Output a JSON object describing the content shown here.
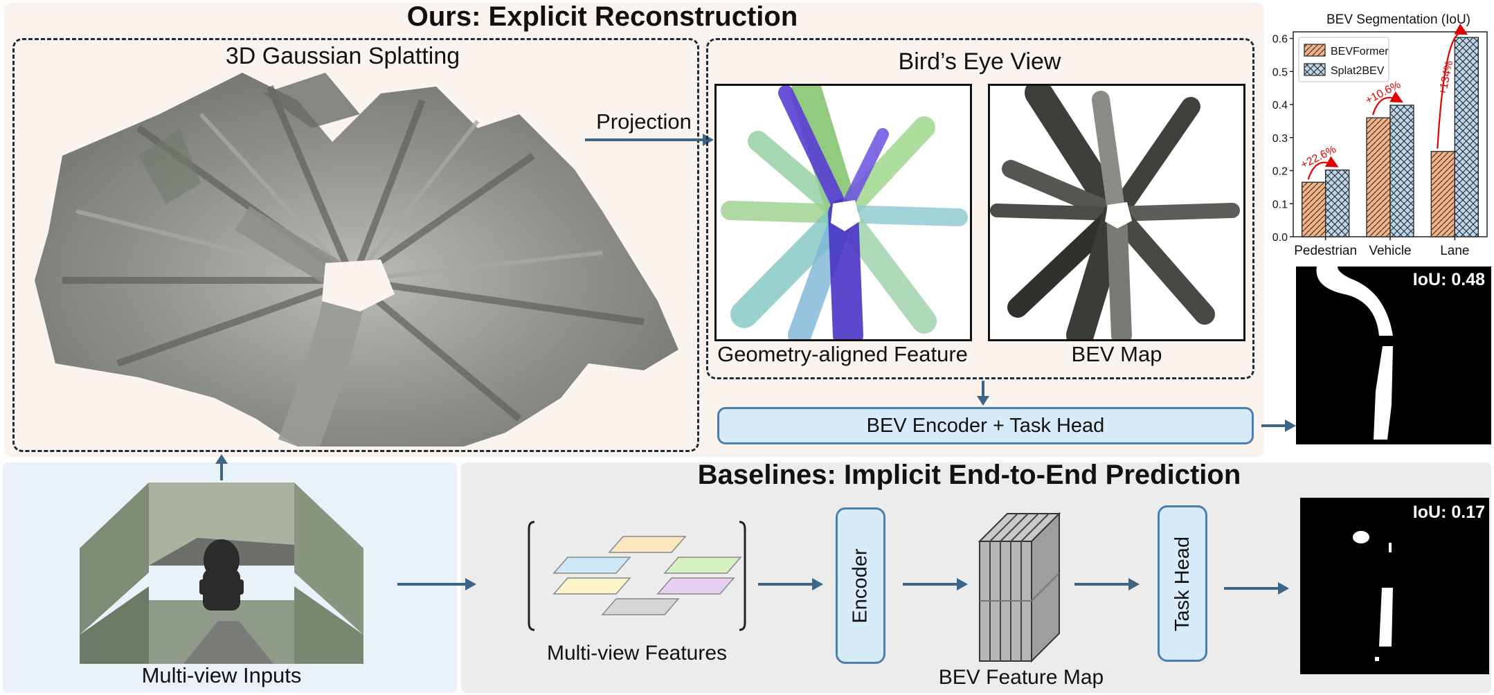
{
  "top_section": {
    "title": "Ours: Explicit Reconstruction",
    "gaussian_title": "3D Gaussian Splatting",
    "projection_label": "Projection",
    "bev_title": "Bird’s Eye View",
    "feature_caption": "Geometry-aligned Feature",
    "bevmap_caption": "BEV Map",
    "encoder_head_label": "BEV Encoder + Task Head",
    "ours_iou": "IoU: 0.48"
  },
  "inputs": {
    "label": "Multi-view Inputs"
  },
  "baseline_section": {
    "title": "Baselines: Implicit End-to-End Prediction",
    "features_label": "Multi-view Features",
    "encoder_label": "Encoder",
    "feature_map_label": "BEV Feature Map",
    "task_head_label": "Task Head",
    "baseline_iou": "IoU: 0.17"
  },
  "colors": {
    "arrow": "#3d6585",
    "bevformer": "#f4b183",
    "splat2bev": "#bdd7ee",
    "improvement": "#e00000"
  },
  "chart_data": {
    "type": "bar",
    "title": "BEV Segmentation (IoU)",
    "categories": [
      "Pedestrian",
      "Vehicle",
      "Lane"
    ],
    "series": [
      {
        "name": "BEVFormer",
        "values": [
          0.165,
          0.36,
          0.258
        ],
        "color": "#f4b183",
        "hatch": "diagonal"
      },
      {
        "name": "Splat2BEV",
        "values": [
          0.202,
          0.398,
          0.603
        ],
        "color": "#bdd7ee",
        "hatch": "cross"
      }
    ],
    "annotations": [
      "+22.6%",
      "+10.6%",
      "+134%"
    ],
    "ylim": [
      0,
      0.62
    ],
    "yticks": [
      "0.0",
      "0.1",
      "0.2",
      "0.3",
      "0.4",
      "0.5",
      "0.6"
    ],
    "legend": "top-left"
  }
}
